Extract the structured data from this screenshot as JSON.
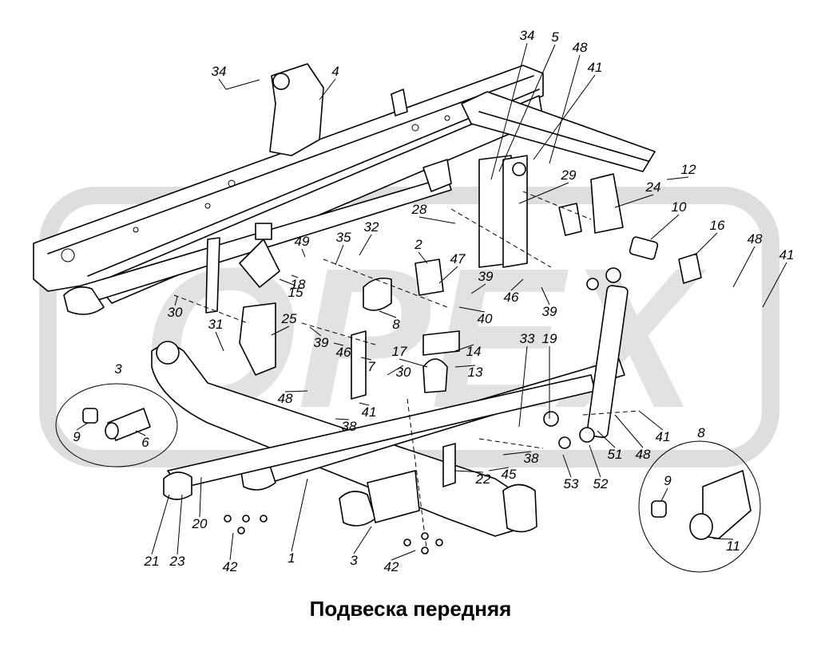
{
  "caption": "Подвеска передняя",
  "watermark": "OPEX",
  "colors": {
    "line": "#000000",
    "watermark": "#d9d9d9",
    "background": "#ffffff"
  },
  "callouts": [
    {
      "id": "c34a",
      "text": "34"
    },
    {
      "id": "c4",
      "text": "4"
    },
    {
      "id": "c34b",
      "text": "34"
    },
    {
      "id": "c5",
      "text": "5"
    },
    {
      "id": "c48a",
      "text": "48"
    },
    {
      "id": "c41a",
      "text": "41"
    },
    {
      "id": "c12",
      "text": "12"
    },
    {
      "id": "c29",
      "text": "29"
    },
    {
      "id": "c24",
      "text": "24"
    },
    {
      "id": "c28",
      "text": "28"
    },
    {
      "id": "c10",
      "text": "10"
    },
    {
      "id": "c16",
      "text": "16"
    },
    {
      "id": "c48b",
      "text": "48"
    },
    {
      "id": "c41b",
      "text": "41"
    },
    {
      "id": "c32",
      "text": "32"
    },
    {
      "id": "c49",
      "text": "49"
    },
    {
      "id": "c35",
      "text": "35"
    },
    {
      "id": "c2",
      "text": "2"
    },
    {
      "id": "c47",
      "text": "47"
    },
    {
      "id": "c18",
      "text": "18"
    },
    {
      "id": "c39a",
      "text": "39"
    },
    {
      "id": "c46a",
      "text": "46"
    },
    {
      "id": "c39b",
      "text": "39"
    },
    {
      "id": "c15",
      "text": "15"
    },
    {
      "id": "c30a",
      "text": "30"
    },
    {
      "id": "c8a",
      "text": "8"
    },
    {
      "id": "c40",
      "text": "40"
    },
    {
      "id": "c25",
      "text": "25"
    },
    {
      "id": "c31",
      "text": "31"
    },
    {
      "id": "c39c",
      "text": "39"
    },
    {
      "id": "c46b",
      "text": "46"
    },
    {
      "id": "c7",
      "text": "7"
    },
    {
      "id": "c17",
      "text": "17"
    },
    {
      "id": "c14",
      "text": "14"
    },
    {
      "id": "c33",
      "text": "33"
    },
    {
      "id": "c19",
      "text": "19"
    },
    {
      "id": "c30b",
      "text": "30"
    },
    {
      "id": "c13",
      "text": "13"
    },
    {
      "id": "c3a",
      "text": "3"
    },
    {
      "id": "c48c",
      "text": "48"
    },
    {
      "id": "c41c",
      "text": "41"
    },
    {
      "id": "c38a",
      "text": "38"
    },
    {
      "id": "c9a",
      "text": "9"
    },
    {
      "id": "c6",
      "text": "6"
    },
    {
      "id": "c41d",
      "text": "41"
    },
    {
      "id": "c51",
      "text": "51"
    },
    {
      "id": "c48d",
      "text": "48"
    },
    {
      "id": "c38b",
      "text": "38"
    },
    {
      "id": "c45",
      "text": "45"
    },
    {
      "id": "c22",
      "text": "22"
    },
    {
      "id": "c53",
      "text": "53"
    },
    {
      "id": "c52",
      "text": "52"
    },
    {
      "id": "c8b",
      "text": "8"
    },
    {
      "id": "c9b",
      "text": "9"
    },
    {
      "id": "c20",
      "text": "20"
    },
    {
      "id": "c11",
      "text": "11"
    },
    {
      "id": "c21",
      "text": "21"
    },
    {
      "id": "c23",
      "text": "23"
    },
    {
      "id": "c42a",
      "text": "42"
    },
    {
      "id": "c1",
      "text": "1"
    },
    {
      "id": "c3b",
      "text": "3"
    },
    {
      "id": "c42b",
      "text": "42"
    }
  ]
}
